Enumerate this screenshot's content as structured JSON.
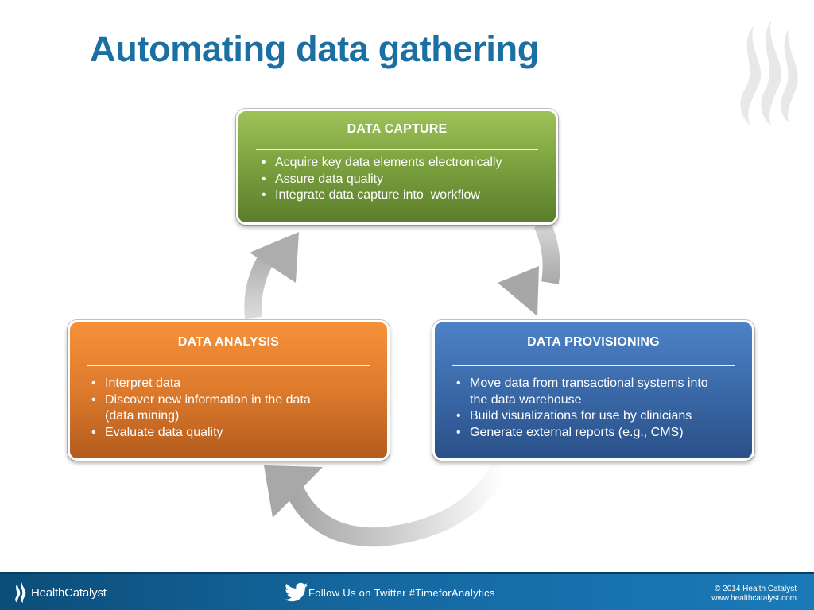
{
  "slide": {
    "title": "Automating data gathering"
  },
  "boxes": {
    "capture": {
      "title": "DATA CAPTURE",
      "items": [
        "Acquire key data elements electronically",
        "Assure data quality",
        "Integrate data capture into  workflow"
      ],
      "color": "#7aa03e"
    },
    "analysis": {
      "title": "DATA ANALYSIS",
      "items": [
        "Interpret data",
        "Discover new information in the data (data mining)",
        "Evaluate data quality"
      ],
      "color": "#dd7a2c"
    },
    "provisioning": {
      "title": "DATA PROVISIONING",
      "items": [
        "Move data from transactional systems into the data warehouse",
        "Build visualizations for use by clinicians",
        "Generate external reports (e.g., CMS)"
      ],
      "color": "#3a69a8"
    }
  },
  "footer": {
    "logo_text": "HealthCatalyst",
    "twitter_text": "Follow Us on Twitter #TimeforAnalytics",
    "copyright": "© 2014 Health Catalyst",
    "website": "www.healthcatalyst.com",
    "background": "#1568a0"
  },
  "icons": {
    "watermark": "flame-watermark-icon",
    "logo": "flame-logo-icon",
    "twitter": "twitter-bird-icon",
    "arrows": "cycle-arrow-icon"
  }
}
